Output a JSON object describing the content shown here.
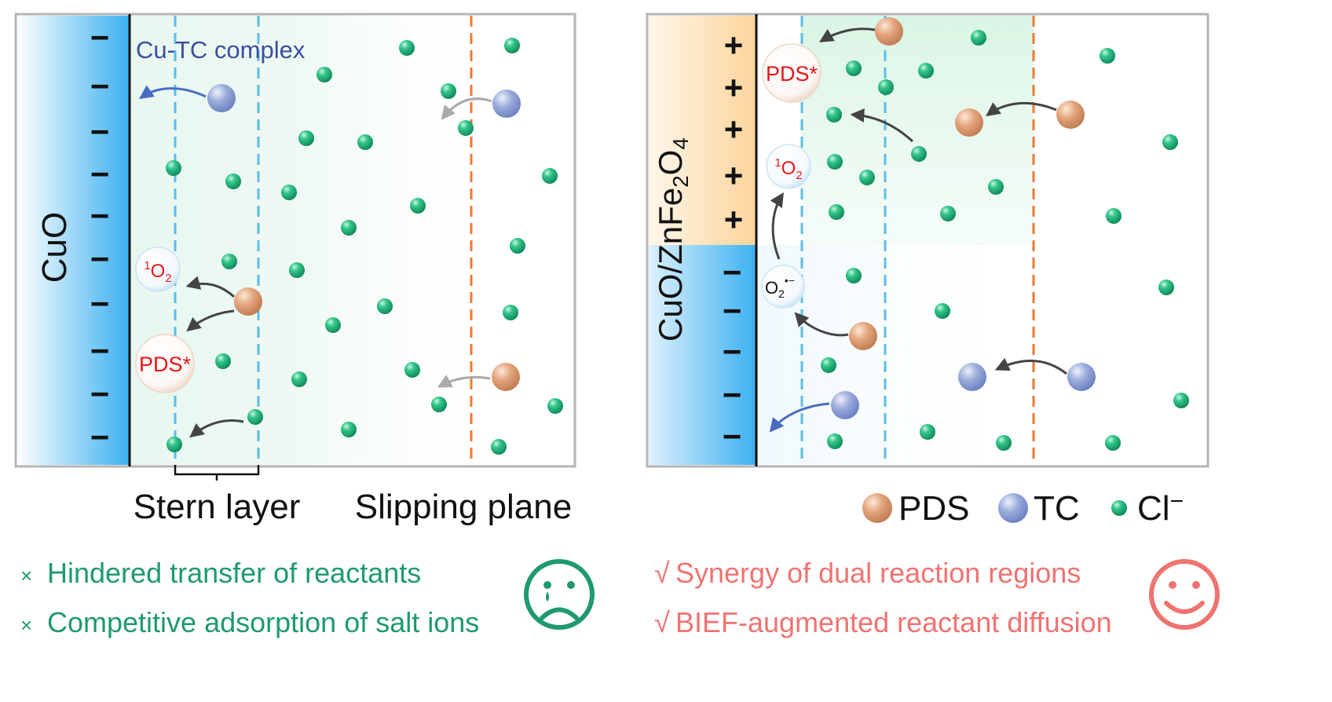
{
  "left_panel": {
    "material": "CuO",
    "complex_label": "Cu-TC complex",
    "bubble_singlet": {
      "sup": "1",
      "main": "O",
      "sub": "2"
    },
    "bubble_pds": "PDS*",
    "stern_label": "Stern layer",
    "slipping_label": "Slipping plane",
    "surface_charge": "−"
  },
  "right_panel": {
    "material_parts": {
      "a": "CuO/ZnFe",
      "sub1": "2",
      "b": "O",
      "sub2": "4"
    },
    "bubble_pds": "PDS*",
    "bubble_singlet": {
      "sup": "1",
      "main": "O",
      "sub": "2"
    },
    "bubble_superoxide": {
      "main": "O",
      "sub": "2",
      "sup": "•−"
    },
    "positive_charge": "+",
    "negative_charge": "−"
  },
  "legend": {
    "pds": "PDS",
    "tc": "TC",
    "cl": {
      "main": "Cl",
      "sup": "−"
    }
  },
  "captions": {
    "left": [
      {
        "mark": "×",
        "text": "Hindered transfer of reactants"
      },
      {
        "mark": "×",
        "text": "Competitive adsorption of salt ions"
      }
    ],
    "right": [
      {
        "mark": "√",
        "text": "Synergy of dual reaction regions"
      },
      {
        "mark": "√",
        "text": "BIEF-augmented reactant diffusion"
      }
    ]
  },
  "colors": {
    "chloride": "#1db37a",
    "pds": "#d9956b",
    "tc": "#8b9fd4",
    "stern_line": "#5bbde8",
    "slip_line": "#ee7a33",
    "sad_face": "#1f9a6e",
    "happy_face": "#ef7371",
    "bubble_text": "#e8141a"
  },
  "icons": {
    "sad_face": "sad-face-icon",
    "happy_face": "happy-face-icon"
  }
}
